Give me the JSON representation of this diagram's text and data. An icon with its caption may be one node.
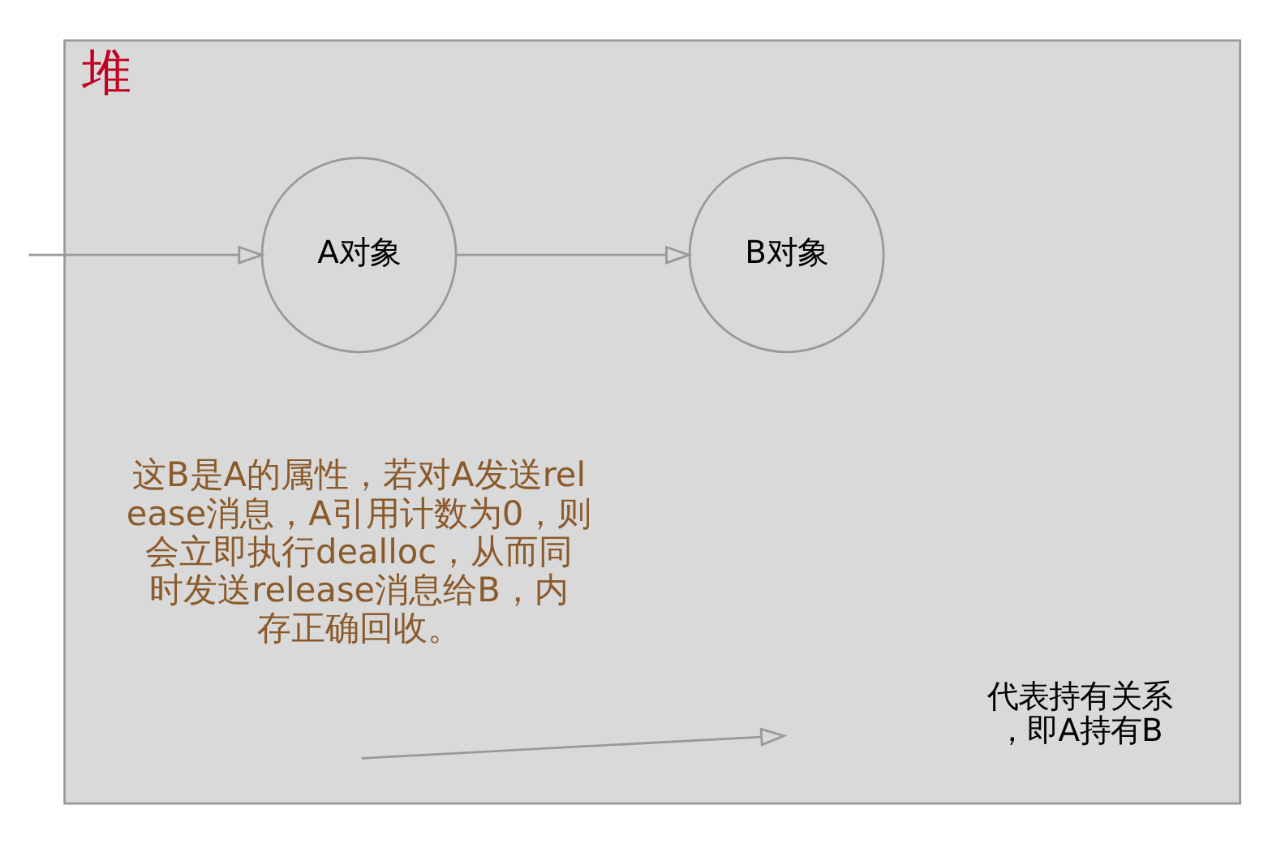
{
  "diagram": {
    "nodes": [
      {
        "text": [
          "堆"
        ]
      },
      {
        "text": [
          "A对象"
        ],
        "in": 0
      },
      {
        "text": [
          "B对象"
        ],
        "in": 0
      }
    ],
    "edges": [
      {
        "from": null,
        "to": 1,
        "arrow": "to"
      },
      {
        "from": 1,
        "to": 2,
        "arrow": "to"
      }
    ],
    "labels": [
      "这B是A的属性，若对A发送release消息，A引用计数为0，则会立即执行dealloc，从而同时发送release消息给B，内存正确回收。"
    ],
    "legend": [
      {
        "text": "代表持有关系，即A持有B"
      }
    ]
  }
}
